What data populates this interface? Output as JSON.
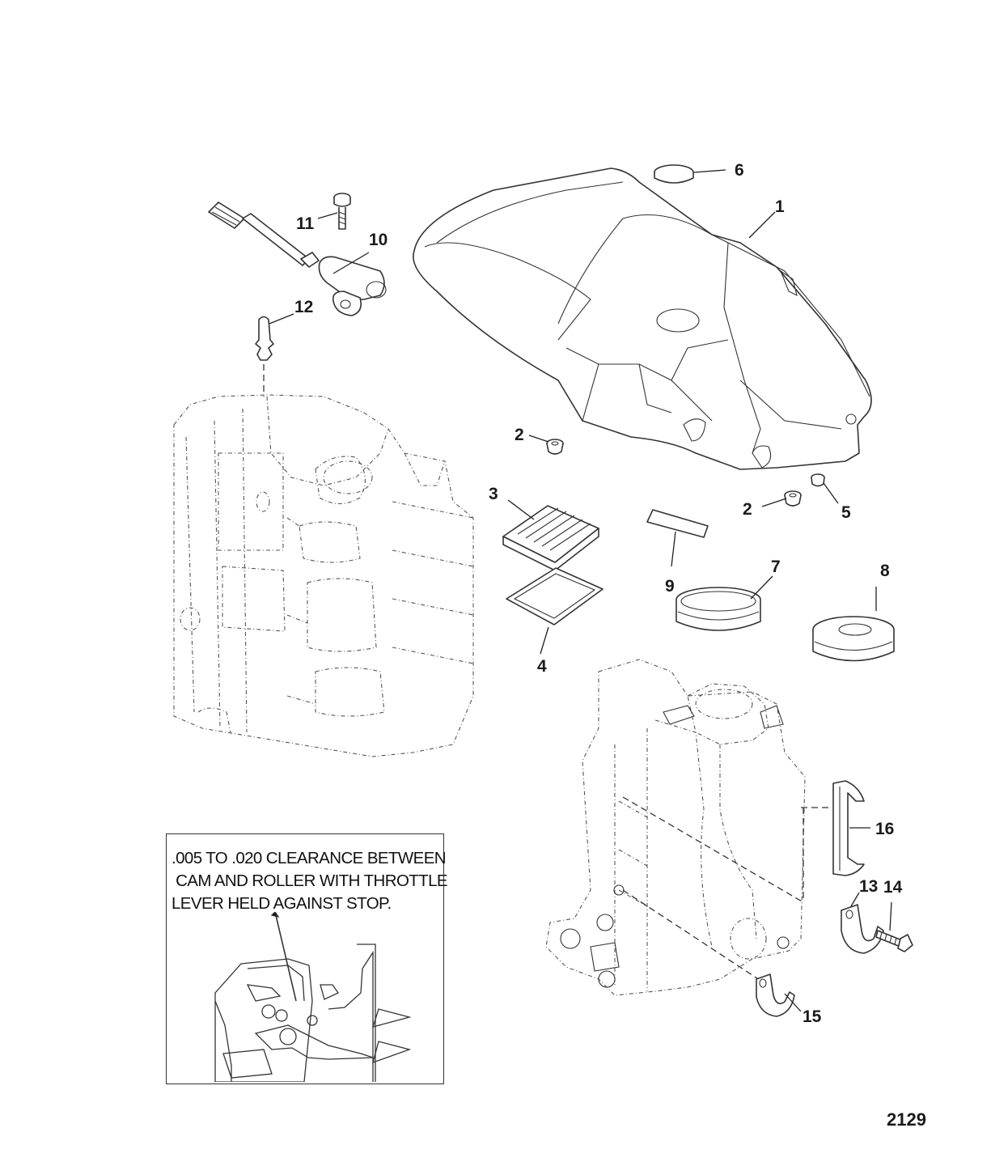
{
  "callouts": {
    "c1": "1",
    "c2a": "2",
    "c2b": "2",
    "c3": "3",
    "c4": "4",
    "c5": "5",
    "c6": "6",
    "c7": "7",
    "c8": "8",
    "c9": "9",
    "c10": "10",
    "c11": "11",
    "c12": "12",
    "c13": "13",
    "c14": "14",
    "c15": "15",
    "c16": "16"
  },
  "note": {
    "line1": ".005 TO .020 CLEARANCE BETWEEN",
    "line2": " CAM AND ROLLER WITH THROTTLE",
    "line3": "LEVER HELD AGAINST STOP."
  },
  "drawing_number": "2129",
  "colors": {
    "line": "#333333",
    "background": "#ffffff"
  }
}
